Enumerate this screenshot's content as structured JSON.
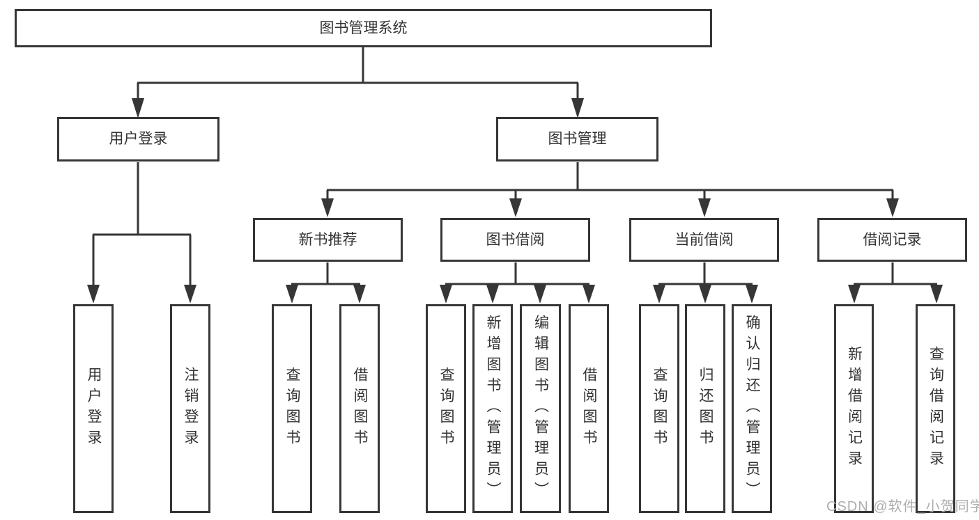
{
  "diagram": {
    "type": "hierarchy-structure-chart",
    "tree": {
      "label": "图书管理系统",
      "children": [
        {
          "label": "用户登录",
          "children": [
            {
              "label": "用户登录"
            },
            {
              "label": "注销登录"
            }
          ]
        },
        {
          "label": "图书管理",
          "children": [
            {
              "label": "新书推荐",
              "children": [
                {
                  "label": "查询图书"
                },
                {
                  "label": "借阅图书"
                }
              ]
            },
            {
              "label": "图书借阅",
              "children": [
                {
                  "label": "查询图书"
                },
                {
                  "label": "新增图书（管理员）"
                },
                {
                  "label": "编辑图书（管理员）"
                },
                {
                  "label": "借阅图书"
                }
              ]
            },
            {
              "label": "当前借阅",
              "children": [
                {
                  "label": "查询图书"
                },
                {
                  "label": "归还图书"
                },
                {
                  "label": "确认归还（管理员）"
                }
              ]
            },
            {
              "label": "借阅记录",
              "children": [
                {
                  "label": "新增借阅记录"
                },
                {
                  "label": "查询借阅记录"
                }
              ]
            }
          ]
        }
      ]
    },
    "colors": {
      "line": "#363636",
      "text": "#333333",
      "box_background": "#ffffff",
      "watermark": "#aeaeae"
    }
  },
  "watermark": {
    "text": "CSDN @软件_小贺同学"
  }
}
